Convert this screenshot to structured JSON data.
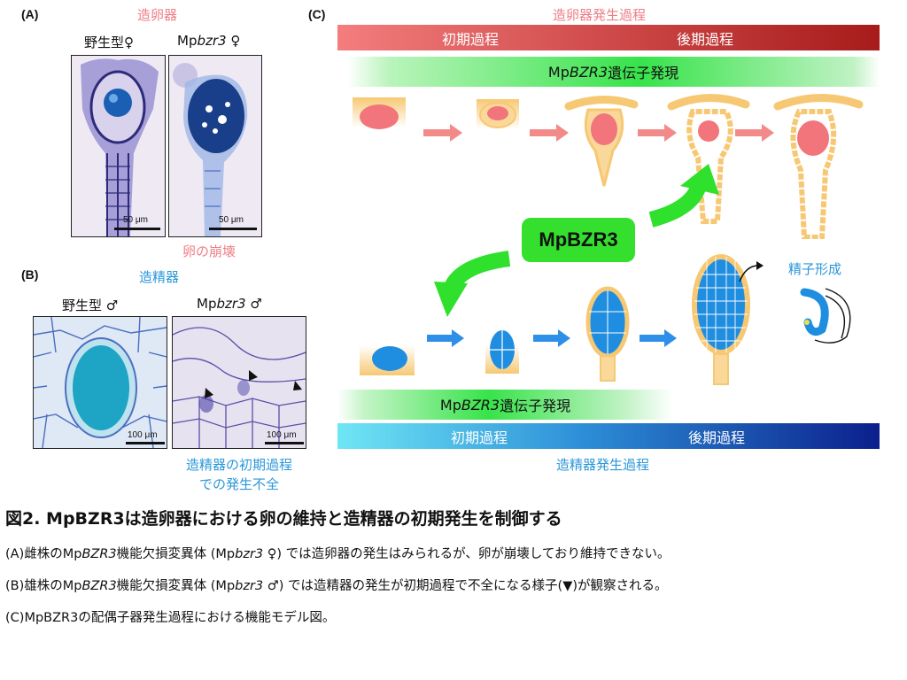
{
  "panel_a": {
    "label": "(A)",
    "title": "造卵器",
    "wt_label": "野生型♀",
    "mut_prefix": "Mp",
    "mut_italic": "bzr3",
    "mut_suffix": " ♀",
    "scale_wt": "50 μm",
    "scale_mut": "50 μm",
    "note": "卵の崩壊"
  },
  "panel_b": {
    "label": "(B)",
    "title": "造精器",
    "wt_label": "野生型 ♂",
    "mut_prefix": "Mp",
    "mut_italic": "bzr3",
    "mut_suffix": " ♂",
    "scale_wt": "100 μm",
    "scale_mut": "100 μm",
    "note_line1": "造精器の初期過程",
    "note_line2": "での発生不全"
  },
  "panel_c": {
    "label": "(C)",
    "top_title": "造卵器発生過程",
    "top_early": "初期過程",
    "top_late": "後期過程",
    "top_expr_prefix": "Mp",
    "top_expr_italic": "BZR3",
    "top_expr_suffix": " 遺伝子発現",
    "center_label": "MpBZR3",
    "sperm_label": "精子形成",
    "bottom_expr_prefix": "Mp",
    "bottom_expr_italic": "BZR3",
    "bottom_expr_suffix": "遺伝子発現",
    "bottom_early": "初期過程",
    "bottom_late": "後期過程",
    "bottom_title": "造精器発生過程"
  },
  "caption": {
    "title": "図2. MpBZR3は造卵器における卵の維持と造精器の初期発生を制御する",
    "line_a_1": "(A)雌株のMp",
    "line_a_2": "BZR3",
    "line_a_3": "機能欠損変異体 (Mp",
    "line_a_4": "bzr3",
    "line_a_5": " ♀) では造卵器の発生はみられるが、卵が崩壊しており維持できない。",
    "line_b_1": "(B)雄株のMp",
    "line_b_2": "BZR3",
    "line_b_3": "機能欠損変異体 (Mp",
    "line_b_4": "bzr3",
    "line_b_5": " ♂) では造精器の発生が初期過程で不全になる様子(▼)が観察される。",
    "line_c": "(C)MpBZR3の配偶子器発生過程における機能モデル図。"
  },
  "colors": {
    "archegonium_gradient_start": "#f47d7d",
    "archegonium_gradient_end": "#a71b1b",
    "green_expression": "#37e34a",
    "antheridium_gradient_start": "#6fe6f5",
    "antheridium_gradient_end": "#0b1f8c",
    "pink_text": "#ef7e86",
    "blue_text": "#2b97d8",
    "mpbzr3_box": "#34e02d",
    "cell_orange": "#f7c873",
    "egg_pink": "#f1757a",
    "sperm_blue": "#1f8ee0"
  }
}
